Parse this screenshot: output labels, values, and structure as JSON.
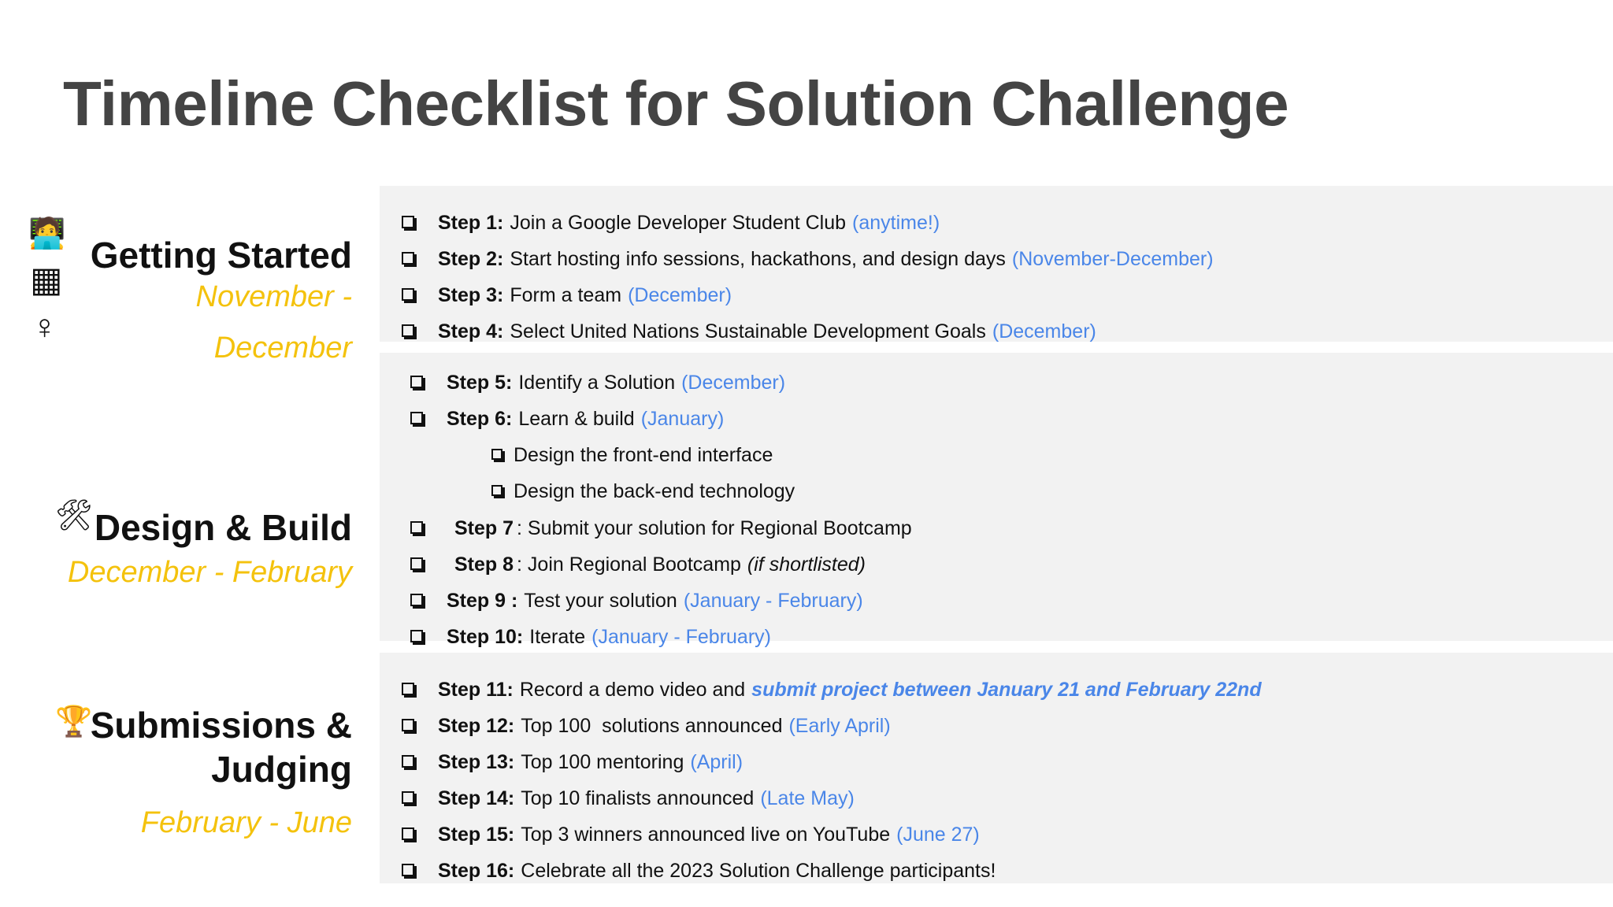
{
  "title": "Timeline Checklist for Solution Challenge",
  "sections": [
    {
      "title": "Getting Started",
      "date_line1": "November -",
      "date_line2": "December",
      "icons": [
        "🧑‍💻",
        "▦",
        "♀"
      ]
    },
    {
      "title": "Design & Build",
      "date": "December - February",
      "icon": "🛠"
    },
    {
      "title_line1": "Submissions &",
      "title_line2": "Judging",
      "date": "February - June",
      "icon": "🏆"
    }
  ],
  "steps": [
    {
      "label": "Step 1:",
      "text": "Join a Google Developer Student Club",
      "date": "(anytime!)"
    },
    {
      "label": "Step 2:",
      "text": "Start hosting info sessions, hackathons, and design days",
      "date": "(November-December)"
    },
    {
      "label": "Step 3:",
      "text": "Form a team",
      "date": "(December)"
    },
    {
      "label": "Step 4:",
      "text": "Select United Nations Sustainable Development Goals",
      "date": "(December)"
    },
    {
      "label": "Step 5:",
      "text": "Identify a Solution",
      "date": "(December)"
    },
    {
      "label": "Step 6:",
      "text": "Learn & build",
      "date": "(January)"
    },
    {
      "label": "Step 7",
      "text": ": Submit your solution for Regional Bootcamp",
      "date": ""
    },
    {
      "label": "Step 8",
      "text": ": Join Regional Bootcamp",
      "extra": "(if shortlisted)"
    },
    {
      "label": "Step 9 :",
      "text": "Test your solution",
      "date": "(January - February)"
    },
    {
      "label": "Step 10:",
      "text": "Iterate",
      "date": "(January - February)"
    },
    {
      "label": "Step 11:",
      "text": "Record a demo video and",
      "highlight": "submit project between January 21 and February 22nd"
    },
    {
      "label": "Step 12:",
      "text": "Top 100  solutions announced",
      "date": "(Early April)"
    },
    {
      "label": "Step 13:",
      "text": "Top 100 mentoring",
      "date": "(April)"
    },
    {
      "label": "Step 14:",
      "text": "Top 10 finalists announced",
      "date": "(Late May)"
    },
    {
      "label": "Step 15:",
      "text": "Top 3 winners announced live on YouTube",
      "date": "(June 27)"
    },
    {
      "label": "Step 16:",
      "text": "Celebrate all the 2023 Solution Challenge participants!",
      "date": ""
    }
  ],
  "substeps": [
    {
      "text": "Design the front-end interface"
    },
    {
      "text": "Design the back-end technology"
    }
  ]
}
